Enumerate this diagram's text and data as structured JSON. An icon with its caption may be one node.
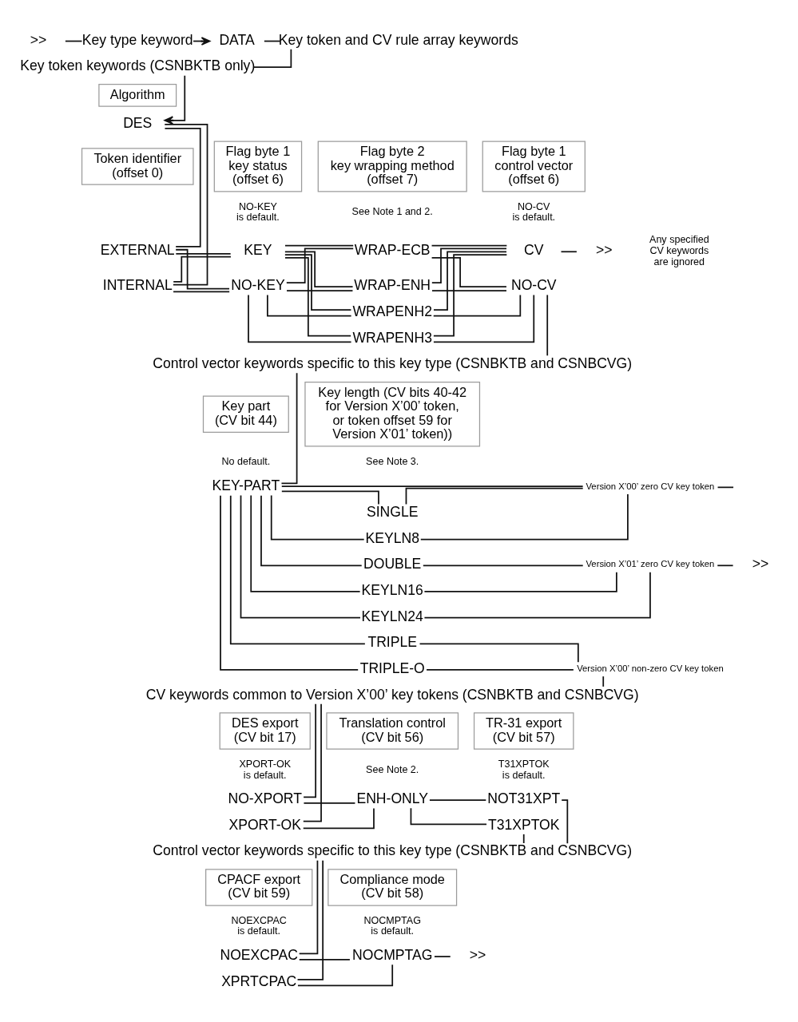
{
  "diagram": {
    "nodes": [
      {
        "text": [
          ">>"
        ]
      },
      {
        "text": [
          "Key type keyword"
        ]
      },
      {
        "text": [
          "DATA"
        ]
      },
      {
        "text": [
          "Key token and CV rule array keywords"
        ]
      },
      {
        "text": [
          "Key token keywords (CSNBKTB only)"
        ]
      },
      {
        "text": [
          "Algorithm"
        ]
      },
      {
        "text": [
          "DES"
        ]
      },
      {
        "text": [
          "Token identifier (offset 0)"
        ]
      },
      {
        "text": [
          "Flag byte 1 key status (offset 6)"
        ]
      },
      {
        "text": [
          "Flag byte 2 key wrapping method (offset 7)"
        ]
      },
      {
        "text": [
          "Flag byte 1 control vector (offset 6)"
        ]
      },
      {
        "text": [
          "EXTERNAL"
        ]
      },
      {
        "text": [
          "INTERNAL"
        ]
      },
      {
        "text": [
          "KEY"
        ]
      },
      {
        "text": [
          "NO-KEY"
        ]
      },
      {
        "text": [
          "WRAP-ECB"
        ]
      },
      {
        "text": [
          "WRAP-ENH"
        ]
      },
      {
        "text": [
          "WRAPENH2"
        ]
      },
      {
        "text": [
          "WRAPENH3"
        ]
      },
      {
        "text": [
          "CV"
        ]
      },
      {
        "text": [
          ">>"
        ]
      },
      {
        "text": [
          "NO-CV"
        ]
      },
      {
        "text": [
          "Control vector keywords specific to this key type (CSNBKTB and CSNBCVG)"
        ]
      },
      {
        "text": [
          "Key part (CV bit 44)"
        ]
      },
      {
        "text": [
          "Key length (CV bits 40-42 for Version X’00’ token, or token offset 59 for Version X’01’ token))"
        ]
      },
      {
        "text": [
          "KEY-PART"
        ]
      },
      {
        "text": [
          "Version X’00’ zero CV key token"
        ]
      },
      {
        "text": [
          "SINGLE"
        ]
      },
      {
        "text": [
          "KEYLN8"
        ]
      },
      {
        "text": [
          "DOUBLE"
        ]
      },
      {
        "text": [
          "Version X’01’ zero CV key token"
        ]
      },
      {
        "text": [
          ">>"
        ]
      },
      {
        "text": [
          "KEYLN16"
        ]
      },
      {
        "text": [
          "KEYLN24"
        ]
      },
      {
        "text": [
          "TRIPLE"
        ]
      },
      {
        "text": [
          "TRIPLE-O"
        ]
      },
      {
        "text": [
          "Version X’00’ non-zero CV key token"
        ]
      },
      {
        "text": [
          "CV keywords common to Version X’00’ key tokens (CSNBKTB and CSNBCVG)"
        ]
      },
      {
        "text": [
          "DES export (CV bit 17)"
        ]
      },
      {
        "text": [
          "Translation control (CV bit 56)"
        ]
      },
      {
        "text": [
          "TR-31 export (CV bit 57)"
        ]
      },
      {
        "text": [
          "NO-XPORT"
        ]
      },
      {
        "text": [
          "XPORT-OK"
        ]
      },
      {
        "text": [
          "ENH-ONLY"
        ]
      },
      {
        "text": [
          "NOT31XPT"
        ]
      },
      {
        "text": [
          "T31XPTOK"
        ]
      },
      {
        "text": [
          "Control vector keywords specific to this key type (CSNBKTB and CSNBCVG)"
        ]
      },
      {
        "text": [
          "CPACF export (CV bit 59)"
        ]
      },
      {
        "text": [
          "Compliance mode (CV bit 58)"
        ]
      },
      {
        "text": [
          "NOEXCPAC"
        ]
      },
      {
        "text": [
          "XPRTCPAC"
        ]
      },
      {
        "text": [
          "NOCMPTAG"
        ]
      },
      {
        "text": [
          ">>"
        ]
      }
    ],
    "edges": [
      {
        "from": 0,
        "to": 1,
        "arrow": "none"
      },
      {
        "from": 1,
        "to": 2,
        "arrow": "to"
      },
      {
        "from": 2,
        "to": 3,
        "arrow": "none"
      },
      {
        "from": 3,
        "to": 4,
        "arrow": "none"
      },
      {
        "from": 4,
        "to": 6,
        "arrow": "to"
      },
      {
        "from": 6,
        "to": 11,
        "arrow": "none"
      },
      {
        "from": 6,
        "to": 12,
        "arrow": "none"
      },
      {
        "from": 11,
        "to": 13,
        "arrow": "none"
      },
      {
        "from": 11,
        "to": 14,
        "arrow": "none"
      },
      {
        "from": 12,
        "to": 13,
        "arrow": "none"
      },
      {
        "from": 12,
        "to": 14,
        "arrow": "none"
      },
      {
        "from": 13,
        "to": 15,
        "arrow": "none"
      },
      {
        "from": 13,
        "to": 16,
        "arrow": "none"
      },
      {
        "from": 13,
        "to": 17,
        "arrow": "none"
      },
      {
        "from": 13,
        "to": 18,
        "arrow": "none"
      },
      {
        "from": 14,
        "to": 15,
        "arrow": "none"
      },
      {
        "from": 14,
        "to": 16,
        "arrow": "none"
      },
      {
        "from": 14,
        "to": 17,
        "arrow": "none"
      },
      {
        "from": 14,
        "to": 18,
        "arrow": "none"
      },
      {
        "from": 15,
        "to": 19,
        "arrow": "none"
      },
      {
        "from": 15,
        "to": 21,
        "arrow": "none"
      },
      {
        "from": 16,
        "to": 19,
        "arrow": "none"
      },
      {
        "from": 16,
        "to": 21,
        "arrow": "none"
      },
      {
        "from": 17,
        "to": 19,
        "arrow": "none"
      },
      {
        "from": 17,
        "to": 21,
        "arrow": "none"
      },
      {
        "from": 18,
        "to": 19,
        "arrow": "none"
      },
      {
        "from": 18,
        "to": 21,
        "arrow": "none"
      },
      {
        "from": 19,
        "to": 20,
        "arrow": "none"
      },
      {
        "from": 21,
        "to": 22,
        "arrow": "none"
      },
      {
        "from": 22,
        "to": 25,
        "arrow": "none"
      },
      {
        "from": 25,
        "to": 26,
        "arrow": "none"
      },
      {
        "from": 25,
        "to": 27,
        "arrow": "none"
      },
      {
        "from": 25,
        "to": 28,
        "arrow": "none"
      },
      {
        "from": 25,
        "to": 29,
        "arrow": "none"
      },
      {
        "from": 25,
        "to": 32,
        "arrow": "none"
      },
      {
        "from": 25,
        "to": 33,
        "arrow": "none"
      },
      {
        "from": 25,
        "to": 34,
        "arrow": "none"
      },
      {
        "from": 25,
        "to": 35,
        "arrow": "none"
      },
      {
        "from": 27,
        "to": 26,
        "arrow": "none"
      },
      {
        "from": 28,
        "to": 26,
        "arrow": "none"
      },
      {
        "from": 26,
        "to": null,
        "arrow": "none"
      },
      {
        "from": 29,
        "to": 30,
        "arrow": "none"
      },
      {
        "from": 32,
        "to": 30,
        "arrow": "none"
      },
      {
        "from": 33,
        "to": 30,
        "arrow": "none"
      },
      {
        "from": 30,
        "to": 31,
        "arrow": "none"
      },
      {
        "from": 34,
        "to": 36,
        "arrow": "none"
      },
      {
        "from": 35,
        "to": 36,
        "arrow": "none"
      },
      {
        "from": 36,
        "to": 37,
        "arrow": "none"
      },
      {
        "from": 37,
        "to": 41,
        "arrow": "none"
      },
      {
        "from": 37,
        "to": 42,
        "arrow": "none"
      },
      {
        "from": 41,
        "to": 43,
        "arrow": "none"
      },
      {
        "from": 42,
        "to": 43,
        "arrow": "none"
      },
      {
        "from": 43,
        "to": 44,
        "arrow": "none"
      },
      {
        "from": 43,
        "to": 45,
        "arrow": "none"
      },
      {
        "from": 44,
        "to": 46,
        "arrow": "none"
      },
      {
        "from": 45,
        "to": 46,
        "arrow": "none"
      },
      {
        "from": 46,
        "to": 49,
        "arrow": "none"
      },
      {
        "from": 46,
        "to": 50,
        "arrow": "none"
      },
      {
        "from": 49,
        "to": 51,
        "arrow": "none"
      },
      {
        "from": 50,
        "to": 51,
        "arrow": "none"
      },
      {
        "from": 51,
        "to": 52,
        "arrow": "none"
      }
    ],
    "labels": [
      "NO-KEY is default.",
      "See Note 1 and 2.",
      "NO-CV is default.",
      "Any specified CV keywords are ignored",
      "No default.",
      "See Note 3.",
      "XPORT-OK is default.",
      "See Note 2.",
      "T31XPTOK is default.",
      "NOEXCPAC is default.",
      "NOCMPTAG is default."
    ]
  }
}
